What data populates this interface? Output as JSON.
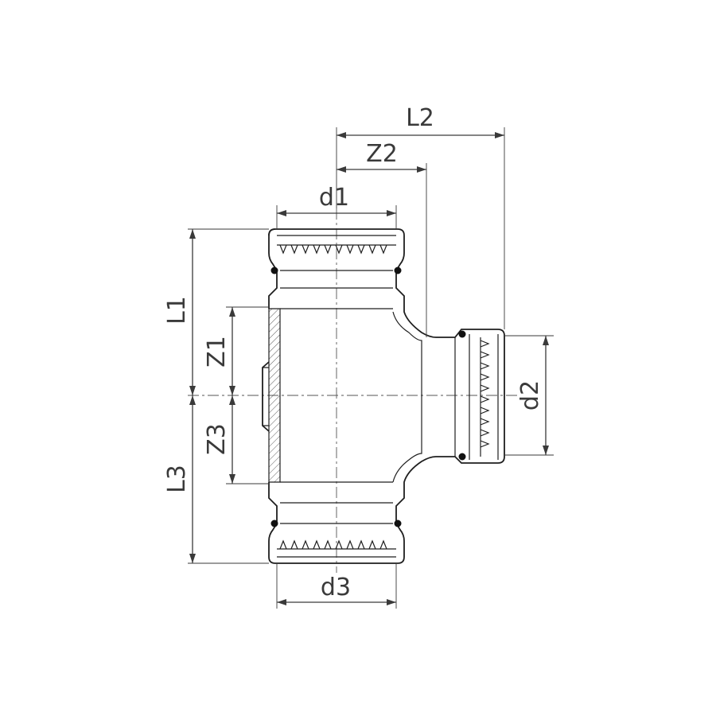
{
  "diagram": {
    "subject": "reducing tee press fitting",
    "labels": {
      "L1": "L1",
      "L2": "L2",
      "L3": "L3",
      "Z1": "Z1",
      "Z2": "Z2",
      "Z3": "Z3",
      "d1": "d1",
      "d2": "d2",
      "d3": "d3"
    }
  }
}
